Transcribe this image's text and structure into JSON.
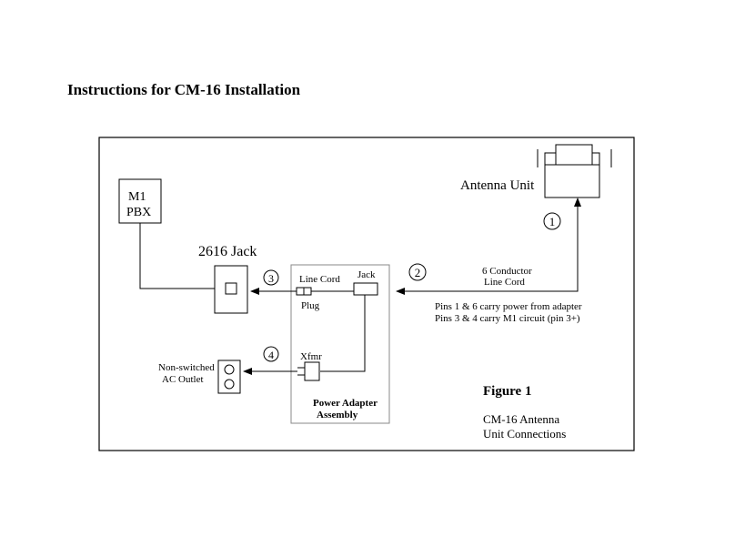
{
  "doc": {
    "title": "Instructions for CM-16 Installation"
  },
  "labels": {
    "pbx_line1": "M1",
    "pbx_line2": "PBX",
    "antenna": "Antenna Unit",
    "jack2616": "2616 Jack",
    "line_cord": "Line Cord",
    "jack": "Jack",
    "plug": "Plug",
    "xfmr": "Xfmr",
    "adapter_line1": "Power Adapter",
    "adapter_line2": "Assembly",
    "outlet_line1": "Non-switched",
    "outlet_line2": "AC Outlet",
    "conductor_line1": "6 Conductor",
    "conductor_line2": "Line Cord",
    "pins_line1": "Pins 1 & 6 carry power from adapter",
    "pins_line2": "Pins 3 & 4 carry M1 circuit (pin 3+)",
    "figure_title": "Figure 1",
    "figure_caption1": "CM-16 Antenna",
    "figure_caption2": "Unit Connections"
  },
  "steps": [
    "1",
    "2",
    "3",
    "4"
  ]
}
